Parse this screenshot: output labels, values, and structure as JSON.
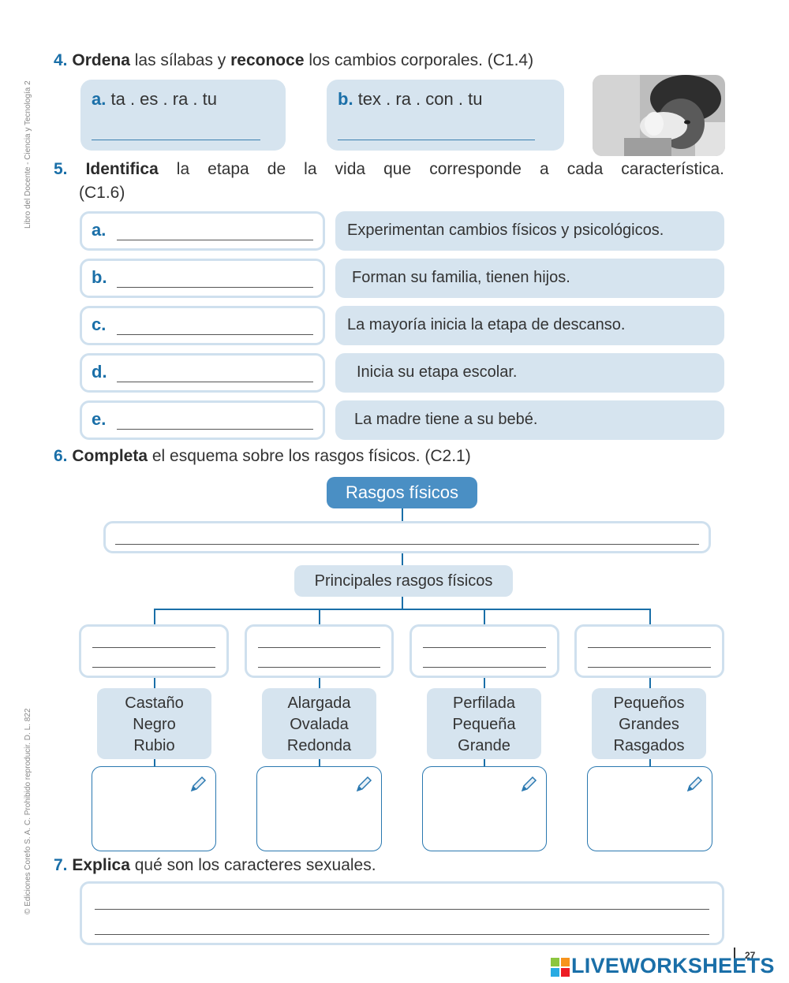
{
  "side_text": {
    "top": "Libro del Docente - Ciencia y Tecnología 2",
    "bottom": "© Ediciones Corefo S. A. C. Prohibido reproducir. D. L. 822"
  },
  "q4": {
    "number": "4.",
    "verb1": "Ordena",
    "mid": " las sílabas y ",
    "verb2": "reconoce",
    "rest": " los cambios corporales. (C1.4)",
    "a_letter": "a.",
    "a_syllables": "ta . es . ra . tu",
    "b_letter": "b.",
    "b_syllables": "tex . ra . con . tu"
  },
  "q5": {
    "number": "5.",
    "verb": "Identifica",
    "rest": " la etapa de la vida que corresponde a cada característica.",
    "code": "(C1.6)",
    "items": [
      {
        "letter": "a.",
        "text": "Experimentan cambios físicos y psicológicos."
      },
      {
        "letter": "b.",
        "text": "Forman su familia, tienen hijos."
      },
      {
        "letter": "c.",
        "text": "La mayoría inicia la etapa de descanso."
      },
      {
        "letter": "d.",
        "text": "Inicia su etapa escolar."
      },
      {
        "letter": "e.",
        "text": "La madre tiene a su bebé."
      }
    ]
  },
  "q6": {
    "number": "6.",
    "verb": "Completa",
    "rest": " el esquema sobre los rasgos físicos. (C2.1)",
    "root": "Rasgos físicos",
    "middle": "Principales rasgos físicos",
    "columns": [
      {
        "lines": [
          "Castaño",
          "Negro",
          "Rubio"
        ]
      },
      {
        "lines": [
          "Alargada",
          "Ovalada",
          "Redonda"
        ]
      },
      {
        "lines": [
          "Perfilada",
          "Pequeña",
          "Grande"
        ]
      },
      {
        "lines": [
          "Pequeños",
          "Grandes",
          "Rasgados"
        ]
      }
    ]
  },
  "q7": {
    "number": "7.",
    "verb": "Explica",
    "rest": " qué son los caracteres sexuales."
  },
  "footer": {
    "page_number": "27",
    "brand": "LIVEWORKSHEETS"
  },
  "colors": {
    "accent": "#1a6fa8",
    "light_box": "#d6e4ef",
    "root_box": "#4a8fc4"
  },
  "icons": {
    "pencil": "pencil-icon",
    "logo": "liveworksheets-logo-icon"
  }
}
